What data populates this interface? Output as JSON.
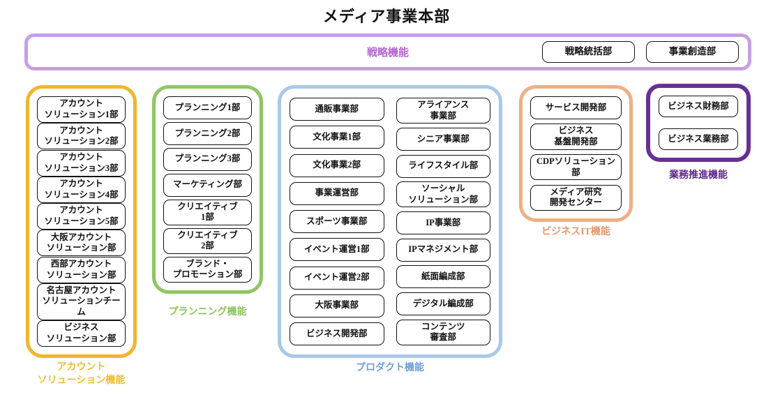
{
  "title": "メディア事業本部",
  "strategy_bar": {
    "label": "戦略機能",
    "departments": [
      "戦略統括部",
      "事業創造部"
    ],
    "border_color": "#c79fe2",
    "label_color": "#b366d2"
  },
  "groups": {
    "account_solution": {
      "label": "アカウント\nソリューション機能",
      "color": "#f0b62d",
      "departments": [
        "アカウント\nソリューション1部",
        "アカウント\nソリューション2部",
        "アカウント\nソリューション3部",
        "アカウント\nソリューション4部",
        "アカウント\nソリューション5部",
        "大阪アカウント\nソリューション部",
        "西部アカウント\nソリューション部",
        "名古屋アカウント\nソリューションチーム",
        "ビジネス\nソリューション部"
      ]
    },
    "planning": {
      "label": "プランニング機能",
      "color": "#8ec763",
      "departments": [
        "プランニング1部",
        "プランニング2部",
        "プランニング3部",
        "マーケティング部",
        "クリエイティブ\n1部",
        "クリエイティブ\n2部",
        "ブランド・\nプロモーション部"
      ]
    },
    "product": {
      "label": "プロダクト機能",
      "border_color": "#a8c9e9",
      "label_color": "#6f9fd8",
      "columns": [
        [
          "通販事業部",
          "文化事業1部",
          "文化事業2部",
          "事業運営部",
          "スポーツ事業部",
          "イベント運営1部",
          "イベント運営2部",
          "大阪事業部",
          "ビジネス開発部"
        ],
        [
          "アライアンス\n事業部",
          "シニア事業部",
          "ライフスタイル部",
          "ソーシャル\nソリューション部",
          "IP事業部",
          "IPマネジメント部",
          "紙面編成部",
          "デジタル編成部",
          "コンテンツ\n審査部"
        ]
      ]
    },
    "business_it": {
      "label": "ビジネスIT機能",
      "color": "#edb084",
      "departments": [
        "サービス開発部",
        "ビジネス\n基盤開発部",
        "CDPソリューション\n部",
        "メディア研究\n開発センター"
      ]
    },
    "operations": {
      "label": "業務推進機能",
      "color": "#682f96",
      "departments": [
        "ビジネス財務部",
        "ビジネス業務部"
      ]
    }
  }
}
